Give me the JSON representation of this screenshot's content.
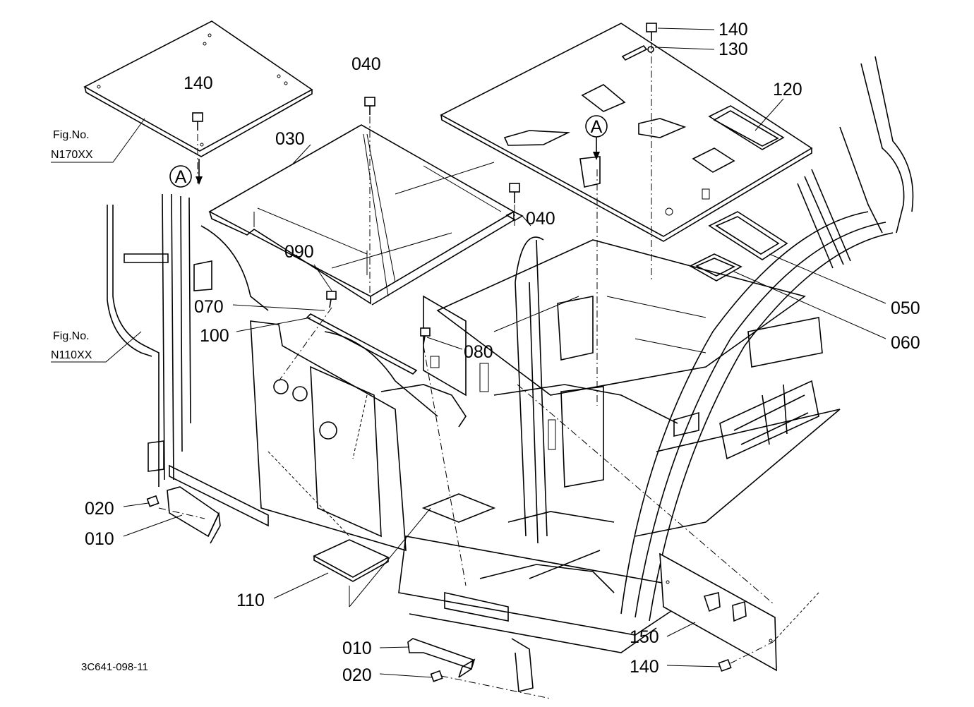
{
  "diagram": {
    "part_labels": {
      "p140_top": "140",
      "p130": "130",
      "p120": "120",
      "p040_top": "040",
      "p030": "030",
      "p140_left": "140",
      "p040_mid": "040",
      "p090": "090",
      "p070": "070",
      "p100": "100",
      "p080": "080",
      "p050": "050",
      "p060": "060",
      "p020_left": "020",
      "p010_left": "010",
      "p110": "110",
      "p010_bottom": "010",
      "p020_bottom": "020",
      "p150": "150",
      "p140_bottom": "140"
    },
    "view_markers": {
      "a_left": "A",
      "a_right": "A"
    },
    "figure_refs": {
      "ref_top_title": "Fig.No.",
      "ref_top_code": "N170XX",
      "ref_left_title": "Fig.No.",
      "ref_left_code": "N110XX"
    },
    "drawing_number": "3C641-098-11"
  }
}
